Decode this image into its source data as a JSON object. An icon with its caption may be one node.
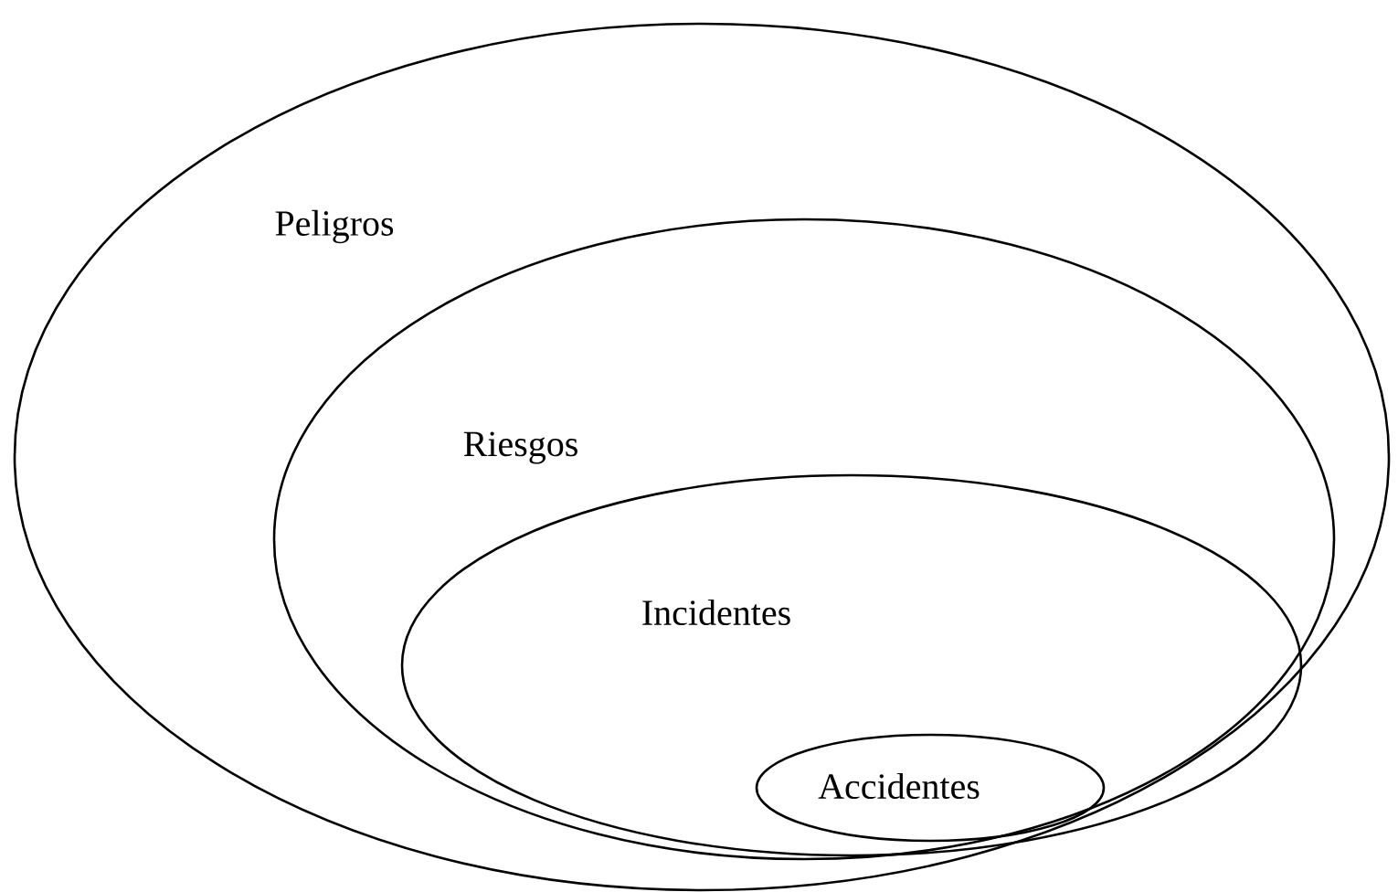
{
  "diagram": {
    "nodes": [
      {
        "text": [
          "Peligros"
        ]
      },
      {
        "text": [
          "Riesgos"
        ],
        "in": 0
      },
      {
        "text": [
          "Incidentes"
        ],
        "in": 1
      },
      {
        "text": [
          "Accidentes"
        ],
        "in": 2
      }
    ]
  }
}
